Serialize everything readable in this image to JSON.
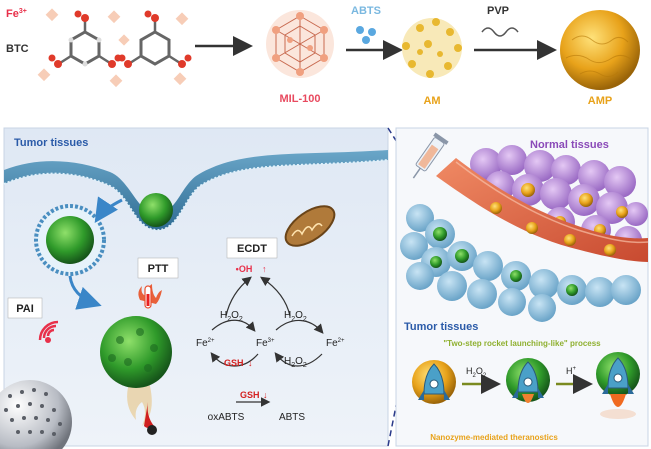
{
  "synthesis": {
    "fe_label": "Fe",
    "fe_sup": "3+",
    "btc_label": "BTC",
    "mil_label": "MIL-100",
    "abts_label": "ABTS",
    "am_label": "AM",
    "pvp_label": "PVP",
    "amp_label": "AMP"
  },
  "tumor_panel": {
    "title": "Tumor tissues",
    "ecdt_label": "ECDT",
    "oh_label": "•OH",
    "ptt_label": "PTT",
    "pai_label": "PAI",
    "h2o2": "H",
    "o2": "O",
    "fe2": "Fe",
    "fe2_sup": "2+",
    "fe3": "Fe",
    "fe3_sup": "3+",
    "gsh": "GSH",
    "oxabts": "oxABTS",
    "abts": "ABTS"
  },
  "normal_panel": {
    "title": "Normal tissues",
    "tumor_title": "Tumor tissues",
    "rocket_caption": "\"Two-step rocket launching-like\" process",
    "h2o2": "H",
    "o2": "O",
    "hplus": "H",
    "hplus_sup": "+",
    "footer": "Nanozyme-mediated theranostics"
  },
  "colors": {
    "fe_red": "#e8304a",
    "mil_red": "#e84a5f",
    "abts_blue": "#7ab8e0",
    "amp_orange": "#e8a21a",
    "gsh_red": "#d42020",
    "green_caption": "#8fb030",
    "tumor_blue": "#2a5aa8",
    "normal_purple": "#8a4ab8"
  }
}
